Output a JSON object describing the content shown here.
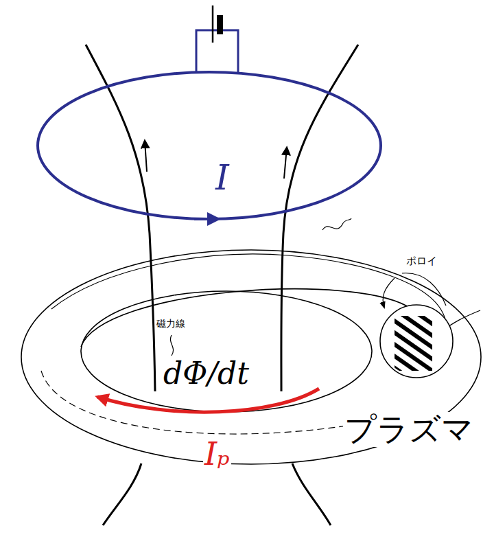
{
  "diagram": {
    "labels": [
      "I",
      "ポロイ",
      "磁力線",
      "dΦ/dt",
      "プラズマ",
      "Iₚ"
    ]
  }
}
